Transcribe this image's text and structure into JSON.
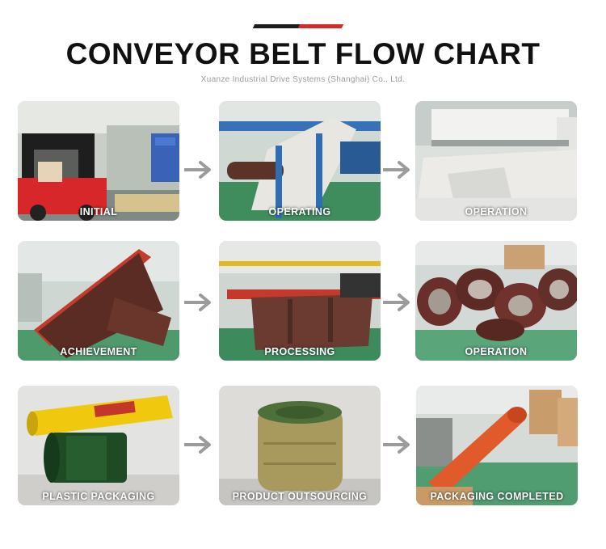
{
  "header": {
    "title": "CONVEYOR BELT FLOW CHART",
    "subtitle": "Xuanze Industrial Drive Systems (Shanghai) Co., Ltd."
  },
  "steps": [
    {
      "label": "INITIAL"
    },
    {
      "label": "OPERATING"
    },
    {
      "label": "OPERATION"
    },
    {
      "label": "ACHIEVEMENT"
    },
    {
      "label": "PROCESSING"
    },
    {
      "label": "OPERATION"
    },
    {
      "label": "PLASTIC PACKAGING"
    },
    {
      "label": "PRODUCT OUTSOURCING"
    },
    {
      "label": "PACKAGING COMPLETED"
    }
  ],
  "colors": {
    "accent_red": "#d42a28",
    "accent_dark": "#1d1d1d",
    "arrow": "#9b9b9b"
  }
}
